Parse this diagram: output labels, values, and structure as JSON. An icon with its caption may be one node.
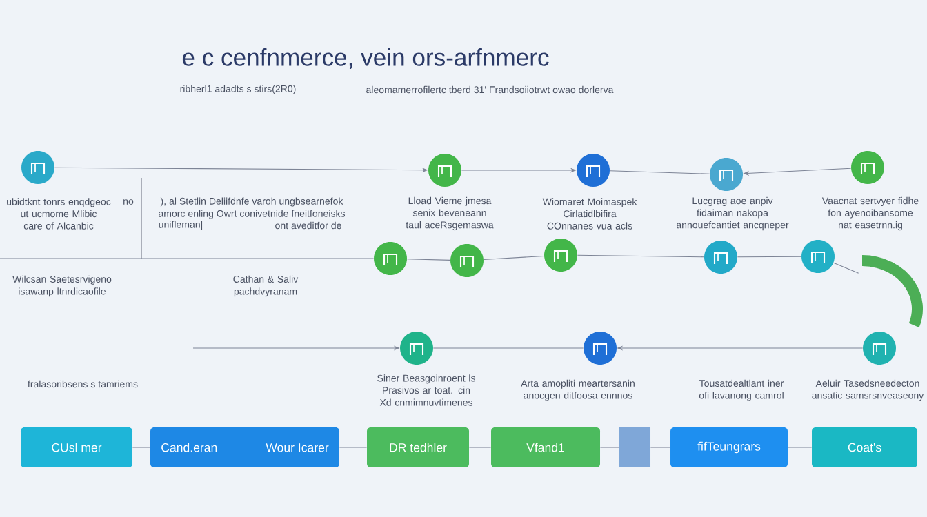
{
  "diagram": {
    "title": "e c cenfnmerce,  vein ors-arfnmerc",
    "nodes": [
      {
        "text": [],
        "shape": "circle"
      },
      {
        "text": [],
        "shape": "circle"
      },
      {
        "text": [],
        "shape": "circle"
      },
      {
        "text": [],
        "shape": "circle"
      },
      {
        "text": [],
        "shape": "circle"
      },
      {
        "text": [],
        "shape": "circle"
      },
      {
        "text": [],
        "shape": "circle"
      },
      {
        "text": [],
        "shape": "circle"
      },
      {
        "text": [],
        "shape": "circle"
      },
      {
        "text": [],
        "shape": "circle"
      },
      {
        "text": [],
        "shape": "picture"
      },
      {
        "text": [],
        "shape": "circle"
      },
      {
        "text": [],
        "shape": "circle"
      },
      {
        "text": [],
        "shape": "circle"
      },
      {
        "text": [
          "CUsl mer"
        ]
      },
      {
        "text": [
          "Cand.eran",
          "Wour Icarer"
        ]
      },
      {
        "text": [
          "DR tedhler"
        ]
      },
      {
        "text": [
          "Vfand1"
        ]
      },
      {
        "text": [],
        "shape": "box"
      },
      {
        "text": [
          "fifTeungrars"
        ]
      },
      {
        "text": [
          "Coat's"
        ]
      }
    ],
    "edges": [
      {
        "from": 0,
        "to": 1,
        "arrow": "to"
      },
      {
        "from": 1,
        "to": 2,
        "arrow": "to"
      },
      {
        "from": 2,
        "to": 3,
        "arrow": "none"
      },
      {
        "from": 4,
        "to": 3,
        "arrow": "to"
      },
      {
        "from": null,
        "to": 5,
        "arrow": "none"
      },
      {
        "from": 5,
        "to": 6,
        "arrow": "none"
      },
      {
        "from": 6,
        "to": 7,
        "arrow": "none"
      },
      {
        "from": 7,
        "to": 8,
        "arrow": "none"
      },
      {
        "from": 8,
        "to": 9,
        "arrow": "none"
      },
      {
        "from": 9,
        "to": 10,
        "arrow": "none"
      },
      {
        "from": null,
        "to": 11,
        "arrow": "to"
      },
      {
        "from": 11,
        "to": 12,
        "arrow": "none"
      },
      {
        "from": 13,
        "to": 12,
        "arrow": "to"
      },
      {
        "from": 14,
        "to": 15,
        "arrow": "none"
      },
      {
        "from": 15,
        "to": 16,
        "arrow": "none"
      },
      {
        "from": 16,
        "to": 17,
        "arrow": "none"
      },
      {
        "from": 17,
        "to": 18,
        "arrow": "none"
      },
      {
        "from": 18,
        "to": 19,
        "arrow": "none"
      },
      {
        "from": 19,
        "to": 20,
        "arrow": "none"
      }
    ],
    "labels": [
      "ribherl1 adadts s stirs(2R0)",
      "aleomamerrofilertc tberd 31' Frandsoiiotrwt owao dorlerva",
      "ubidtknt tonrs enqdgeoc ut ucmome Mlibic care of Alcanbic",
      "no",
      "), al Stetlin Deliifdnfe varoh ungbsearnefok",
      "amorc enling Owrt conivetnide fneitfoneisks",
      "unifleman|",
      "ont aveditfor de",
      "Lload Vieme jmesa senix beveneann taul aceRsgemaswa",
      "Wiomaret Moimaspek Cirlatidlbifira COnnanes vua acls",
      "Lucgrag aoe anpiv fidaiman nakopa annouefcantiet ancqneper",
      "Vaacnat sertvyer fidhe fon ayenoibansome nat easetrnn.ig",
      "Wilcsan Saetesrvigeno isawanp ltnrdicaofile",
      "Cathan & Saliv pachdvyranam",
      "fralasoribsens s tamriems",
      "Siner Beasgoinroent ls Prasivos ar toat. cin Xd cnmimnuvtimenes",
      "Arta amopliti meartersanin anocgen ditfoosa ennnos",
      "Tousatdealtlant iner ofi lavanong camrol",
      "Aeluir Tasedsneedecton ansatic samsrsnveaseony"
    ]
  }
}
